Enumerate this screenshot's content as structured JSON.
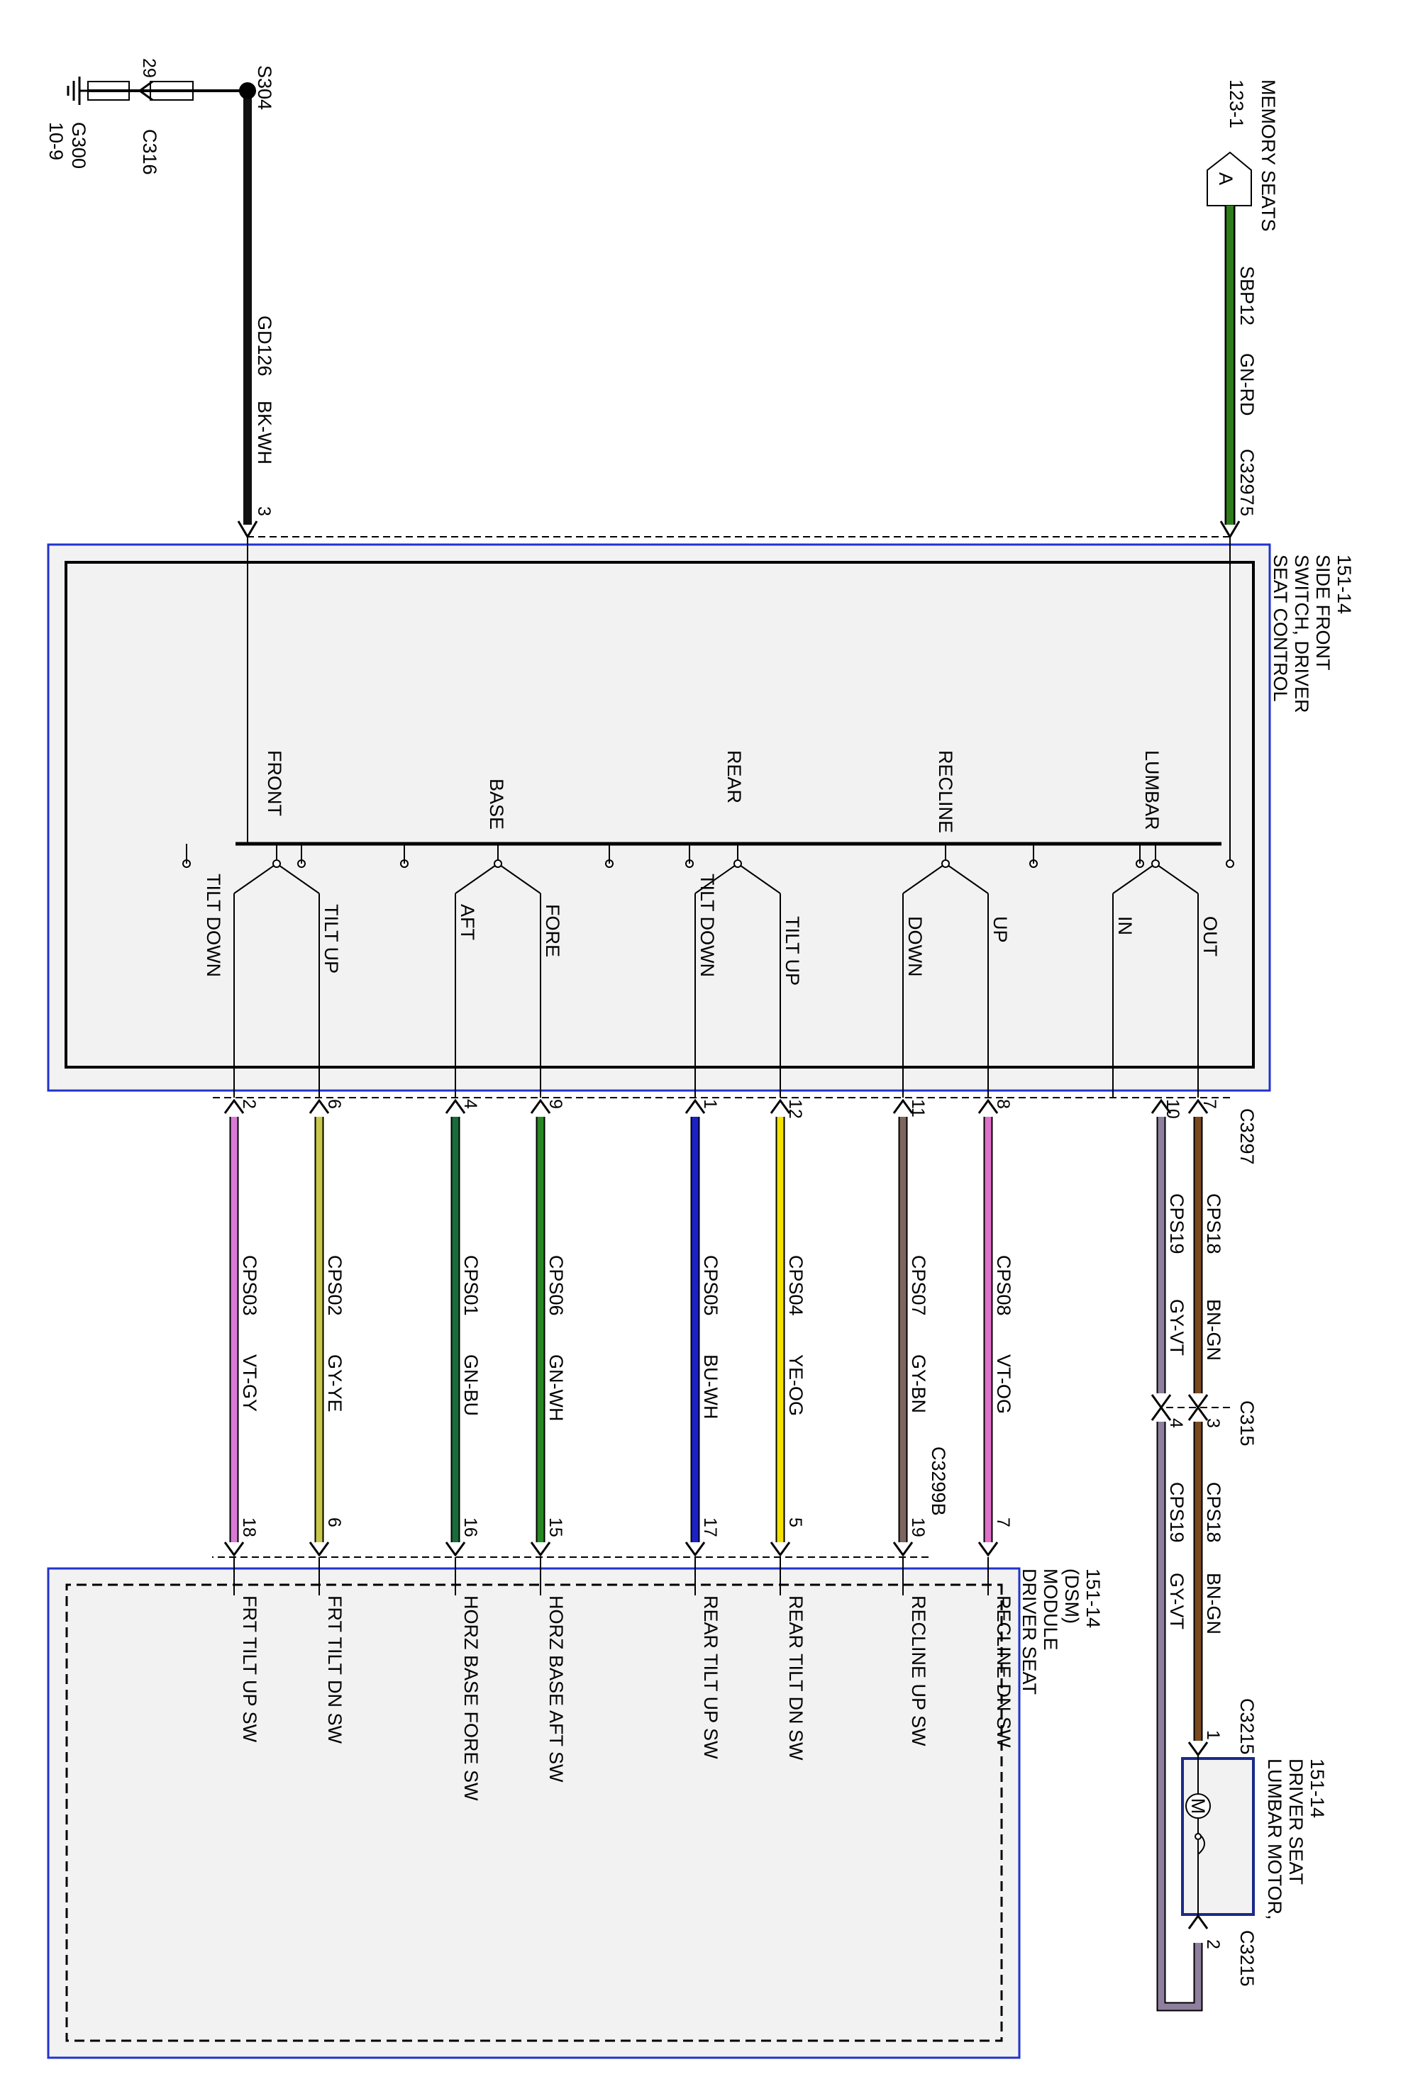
{
  "memory": {
    "title": "MEMORY SEATS",
    "ref": "123-1",
    "connector_letter": "A"
  },
  "feed_wire": {
    "circuit": "SBP12",
    "color_code": "GN-RD",
    "connector": "C3297",
    "pin": "5",
    "color": "#2e7d1a"
  },
  "ground": {
    "splice": "S304",
    "connector": "C316",
    "connector_pin": "29",
    "ground_point": "G300",
    "ground_ref": "10-9",
    "circuit": "GD126",
    "color_code": "BK-WH",
    "pin": "3",
    "color": "#111111"
  },
  "switch_block": {
    "title_line1": "SEAT CONTROL",
    "title_line2": "SWITCH, DRIVER",
    "title_line3": "SIDE FRONT",
    "ref": "151-14",
    "groups": [
      {
        "name": "LUMBAR",
        "pos_a": "OUT",
        "pos_b": "IN"
      },
      {
        "name": "RECLINE",
        "pos_a": "UP",
        "pos_b": "DOWN"
      },
      {
        "name": "REAR",
        "pos_a": "TILT UP",
        "pos_b": "TILT DOWN"
      },
      {
        "name": "BASE",
        "pos_a": "FORE",
        "pos_b": "AFT"
      },
      {
        "name": "FRONT",
        "pos_a": "TILT UP",
        "pos_b": "TILT DOWN"
      }
    ]
  },
  "switch_connector": "C3297",
  "lumbar_wires": [
    {
      "pin_a": "7",
      "circuit": "CPS18",
      "color_code": "BN-GN",
      "pin_b": "3",
      "circuit2": "CPS18",
      "color_code2": "BN-GN",
      "motor_pin": "1",
      "color": "#7a4a1e"
    },
    {
      "pin_a": "10",
      "circuit": "CPS19",
      "color_code": "GY-VT",
      "pin_b": "4",
      "circuit2": "CPS19",
      "color_code2": "GY-VT",
      "motor_pin": "2",
      "color": "#8e7f9e"
    }
  ],
  "inline_connector": "C315",
  "motor_connector": "C3215",
  "motor_connector_2": "C3215",
  "motor": {
    "title_line1": "LUMBAR MOTOR,",
    "title_line2": "DRIVER SEAT",
    "ref": "151-14",
    "symbol": "M"
  },
  "dsm_connector": "C3299B",
  "dsm_wires": [
    {
      "pin_a": "11",
      "circuit": "CPS07",
      "color_code": "GY-BN",
      "pin_b": "19",
      "function": "RECLINE UP SW",
      "color": "#7d6660"
    },
    {
      "pin_a": "8",
      "circuit": "CPS08",
      "color_code": "VT-OG",
      "pin_b": "7",
      "function": "RECLINE DN SW",
      "color": "#e070c8"
    },
    {
      "pin_a": "1",
      "circuit": "CPS05",
      "color_code": "BU-WH",
      "pin_b": "17",
      "function": "REAR TILT UP SW",
      "color": "#1a22c8"
    },
    {
      "pin_a": "12",
      "circuit": "CPS04",
      "color_code": "YE-OG",
      "pin_b": "5",
      "function": "REAR TILT DN SW",
      "color": "#f4e200"
    },
    {
      "pin_a": "4",
      "circuit": "CPS01",
      "color_code": "GN-BU",
      "pin_b": "16",
      "function": "HORZ BASE FORE SW",
      "color": "#1a6b3a"
    },
    {
      "pin_a": "9",
      "circuit": "CPS06",
      "color_code": "GN-WH",
      "pin_b": "15",
      "function": "HORZ BASE AFT SW",
      "color": "#268a22"
    },
    {
      "pin_a": "2",
      "circuit": "CPS03",
      "color_code": "VT-GY",
      "pin_b": "18",
      "function": "FRT TILT UP SW",
      "color": "#d87ad6"
    },
    {
      "pin_a": "6",
      "circuit": "CPS02",
      "color_code": "GY-YE",
      "pin_b": "6",
      "function": "FRT TILT DN SW",
      "color": "#c8c84a"
    }
  ],
  "dsm": {
    "title_line1": "DRIVER SEAT",
    "title_line2": "MODULE",
    "title_line3": "(DSM)",
    "ref": "151-14"
  }
}
